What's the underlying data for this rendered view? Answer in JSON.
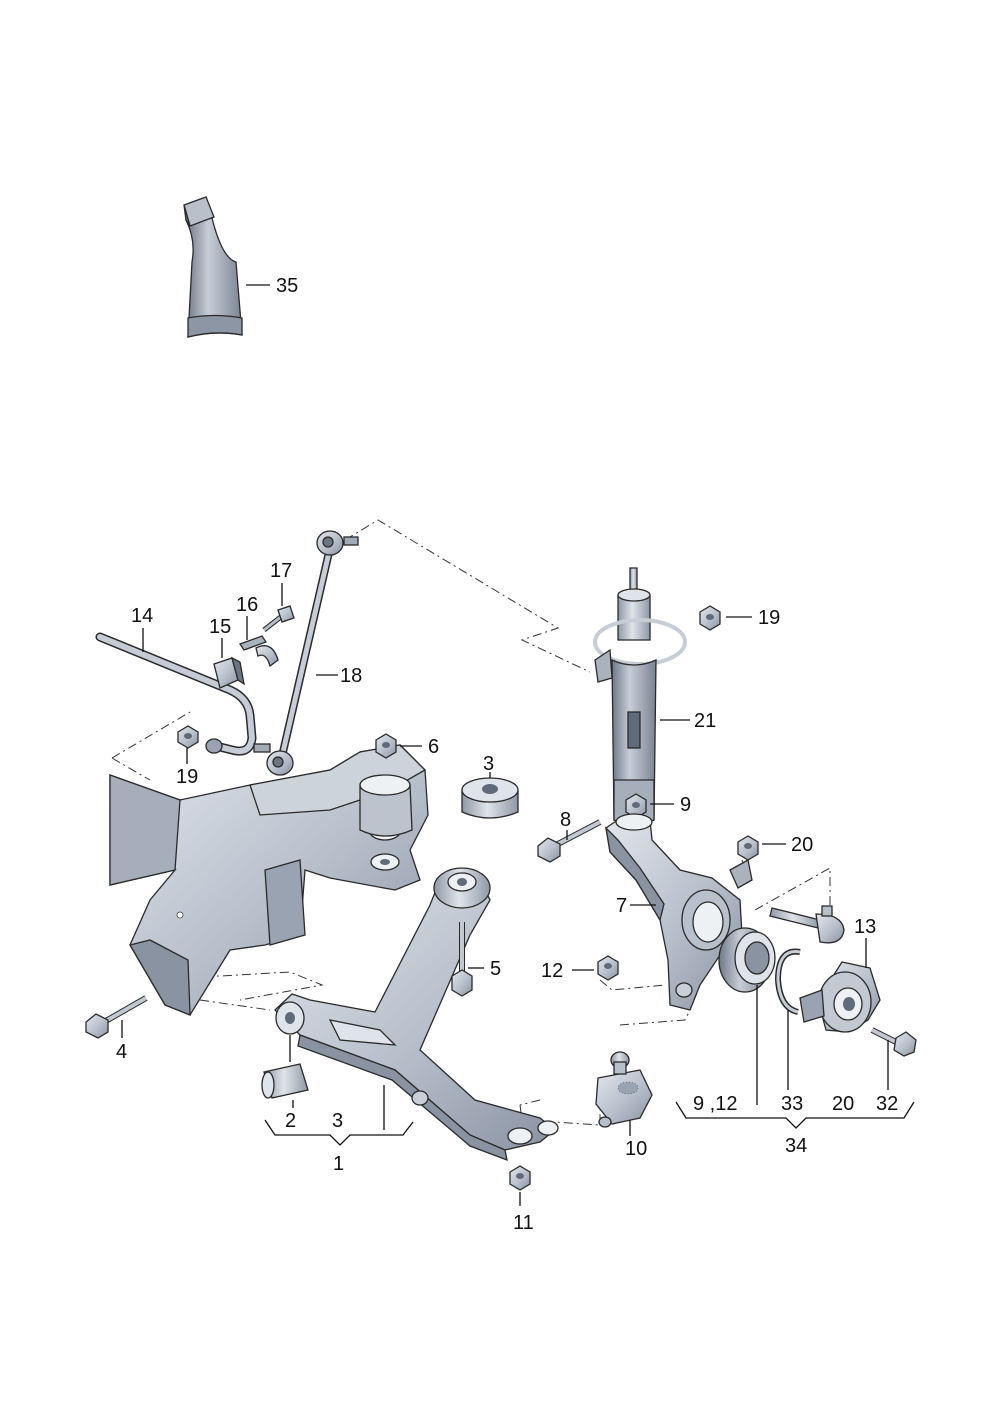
{
  "diagram": {
    "labels": {
      "l35": "35",
      "l14": "14",
      "l15": "15",
      "l16": "16",
      "l17": "17",
      "l18": "18",
      "l19a": "19",
      "l19b": "19",
      "l21": "21",
      "l6": "6",
      "l3a": "3",
      "l9": "9",
      "l8": "8",
      "l20": "20",
      "l7": "7",
      "l13": "13",
      "l5": "5",
      "l12": "12",
      "l4": "4",
      "l2": "2",
      "l3b": "3",
      "l1": "1",
      "l10": "10",
      "l11": "11",
      "l9_12": "9 ,12",
      "l33": "33",
      "l20b": "20",
      "l32": "32",
      "l34": "34"
    },
    "colors": {
      "part_fill": "#c9cfd8",
      "part_shade": "#9aa3b1",
      "part_dark": "#5f6a7a",
      "line": "#111111"
    }
  }
}
